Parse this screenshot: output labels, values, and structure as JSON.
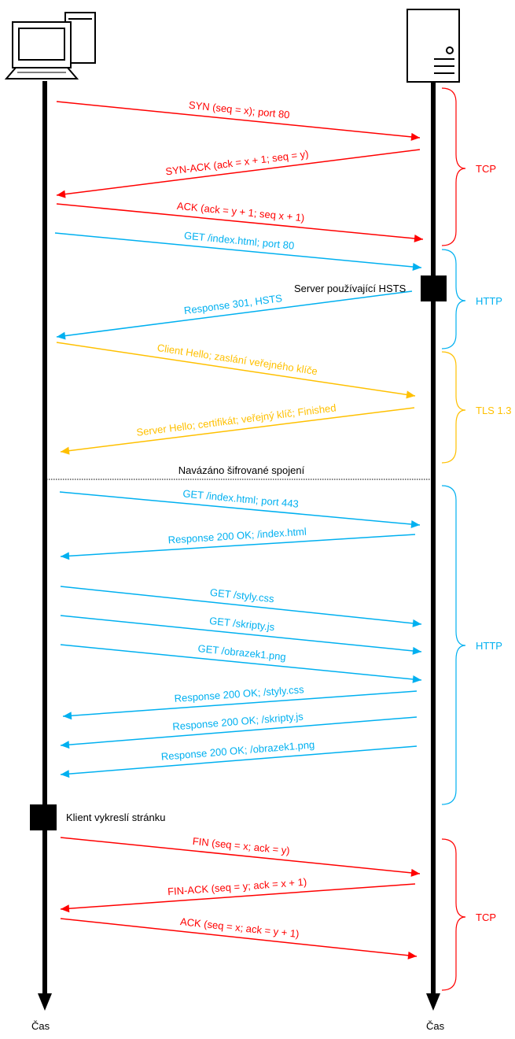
{
  "colors": {
    "tcp": "#ff0000",
    "http": "#00b0f0",
    "tls": "#ffc000",
    "lifeline": "#000000",
    "divider": "#000000"
  },
  "icons": {
    "client": "desktop-computer-icon",
    "server": "server-tower-icon"
  },
  "timeline": {
    "client_label": "Čas",
    "server_label": "Čas"
  },
  "messages": [
    {
      "text": "SYN (seq = x); port 80",
      "dir": "to-server",
      "color": "tcp"
    },
    {
      "text": "SYN-ACK (ack = x + 1; seq = y)",
      "dir": "to-client",
      "color": "tcp"
    },
    {
      "text": "ACK (ack = y + 1; seq x + 1)",
      "dir": "to-server",
      "color": "tcp"
    },
    {
      "text": "GET /index.html; port 80",
      "dir": "to-server",
      "color": "http"
    },
    {
      "text": "Response 301, HSTS",
      "dir": "to-client",
      "color": "http"
    },
    {
      "text": "Client Hello; zaslání veřejného klíče",
      "dir": "to-server",
      "color": "tls"
    },
    {
      "text": "Server Hello; certifikát; veřejný klíč; Finished",
      "dir": "to-client",
      "color": "tls"
    },
    {
      "text": "GET /index.html; port 443",
      "dir": "to-server",
      "color": "http"
    },
    {
      "text": "Response 200 OK; /index.html",
      "dir": "to-client",
      "color": "http"
    },
    {
      "text": "GET /styly.css",
      "dir": "to-server",
      "color": "http"
    },
    {
      "text": "GET /skripty.js",
      "dir": "to-server",
      "color": "http"
    },
    {
      "text": "GET /obrazek1.png",
      "dir": "to-server",
      "color": "http"
    },
    {
      "text": "Response 200 OK; /styly.css",
      "dir": "to-client",
      "color": "http"
    },
    {
      "text": "Response 200 OK; /skripty.js",
      "dir": "to-client",
      "color": "http"
    },
    {
      "text": "Response 200 OK; /obrazek1.png",
      "dir": "to-client",
      "color": "http"
    },
    {
      "text": "FIN (seq = x; ack = y)",
      "dir": "to-server",
      "color": "tcp"
    },
    {
      "text": "FIN-ACK (seq = y; ack = x + 1)",
      "dir": "to-client",
      "color": "tcp"
    },
    {
      "text": "ACK (seq = x; ack = y + 1)",
      "dir": "to-server",
      "color": "tcp"
    }
  ],
  "phases": [
    {
      "label": "TCP",
      "color": "tcp"
    },
    {
      "label": "HTTP",
      "color": "http"
    },
    {
      "label": "TLS 1.3",
      "color": "tls"
    },
    {
      "label": "HTTP",
      "color": "http"
    },
    {
      "label": "TCP",
      "color": "tcp"
    }
  ],
  "notes": {
    "server_hsts": "Server používající HSTS",
    "encrypted": "Navázáno šifrované spojení",
    "client_render": "Klient vykreslí stránku"
  }
}
